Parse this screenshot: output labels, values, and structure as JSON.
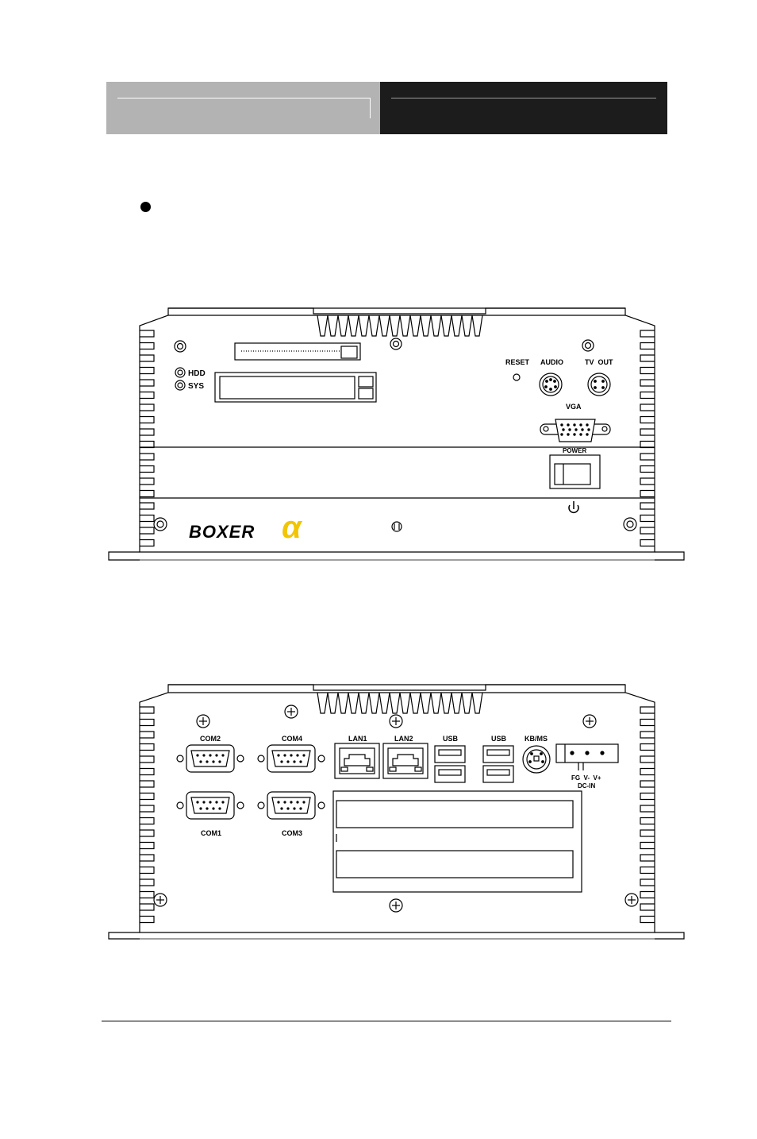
{
  "front_panel": {
    "labels": {
      "hdd": "HDD",
      "sys": "SYS",
      "reset": "RESET",
      "audio": "AUDIO",
      "tv_out": "TV  OUT",
      "vga": "VGA",
      "power": "POWER"
    },
    "logo_text": "BOXER",
    "logo_mark": "α",
    "logo_color": "#f2c500"
  },
  "rear_panel": {
    "labels": {
      "com2": "COM2",
      "com4": "COM4",
      "com1": "COM1",
      "com3": "COM3",
      "lan1": "LAN1",
      "lan2": "LAN2",
      "usb_a": "USB",
      "usb_b": "USB",
      "kbms": "KB/MS",
      "dc_pins": "FG  V-  V+",
      "dc_in": "DC-IN"
    }
  }
}
